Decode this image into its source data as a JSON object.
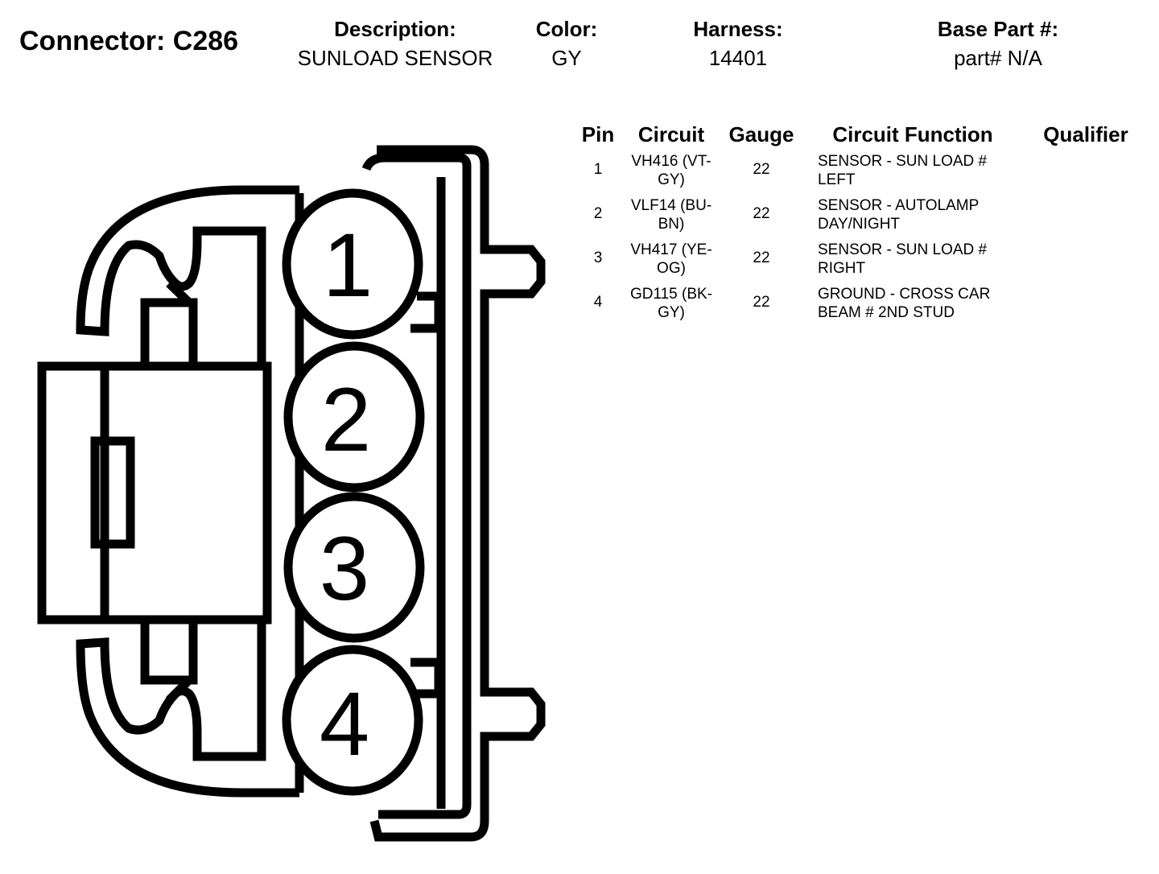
{
  "header": {
    "connector_title": "Connector: C286",
    "description": {
      "label": "Description:",
      "value": "SUNLOAD SENSOR"
    },
    "color": {
      "label": "Color:",
      "value": "GY"
    },
    "harness": {
      "label": "Harness:",
      "value": "14401"
    },
    "base_part": {
      "label": "Base Part #:",
      "value": "part# N/A"
    }
  },
  "diagram": {
    "pin_labels": [
      "1",
      "2",
      "3",
      "4"
    ]
  },
  "table": {
    "columns": [
      "Pin",
      "Circuit",
      "Gauge",
      "Circuit Function",
      "Qualifier"
    ],
    "rows": [
      {
        "pin": "1",
        "circuit": "VH416 (VT-GY)",
        "gauge": "22",
        "function": "SENSOR - SUN LOAD # LEFT",
        "qualifier": ""
      },
      {
        "pin": "2",
        "circuit": "VLF14 (BU-BN)",
        "gauge": "22",
        "function": "SENSOR - AUTOLAMP DAY/NIGHT",
        "qualifier": ""
      },
      {
        "pin": "3",
        "circuit": "VH417 (YE-OG)",
        "gauge": "22",
        "function": "SENSOR - SUN LOAD # RIGHT",
        "qualifier": ""
      },
      {
        "pin": "4",
        "circuit": "GD115 (BK-GY)",
        "gauge": "22",
        "function": "GROUND - CROSS CAR BEAM # 2ND STUD",
        "qualifier": ""
      }
    ]
  }
}
